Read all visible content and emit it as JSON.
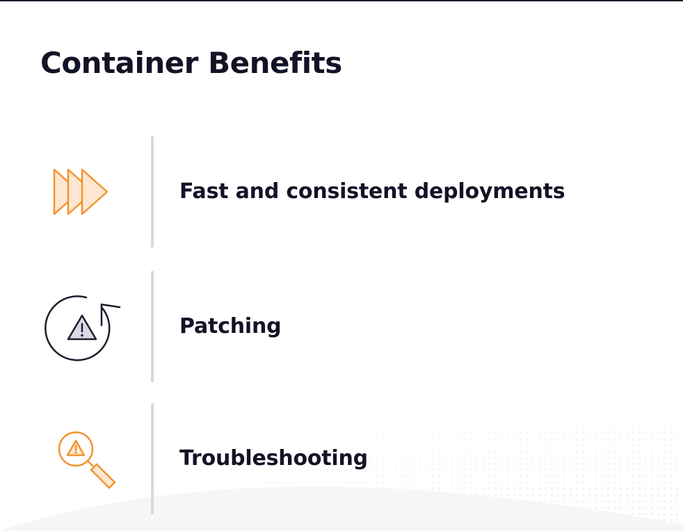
{
  "slide": {
    "title": "Container Benefits",
    "accent_color": "#f0942e",
    "dark_color": "#1c1c2e",
    "items": [
      {
        "label": "Fast and consistent deployments",
        "icon": "fast-forward-icon"
      },
      {
        "label": "Patching",
        "icon": "refresh-warning-icon"
      },
      {
        "label": "Troubleshooting",
        "icon": "magnifier-warning-icon"
      }
    ]
  }
}
